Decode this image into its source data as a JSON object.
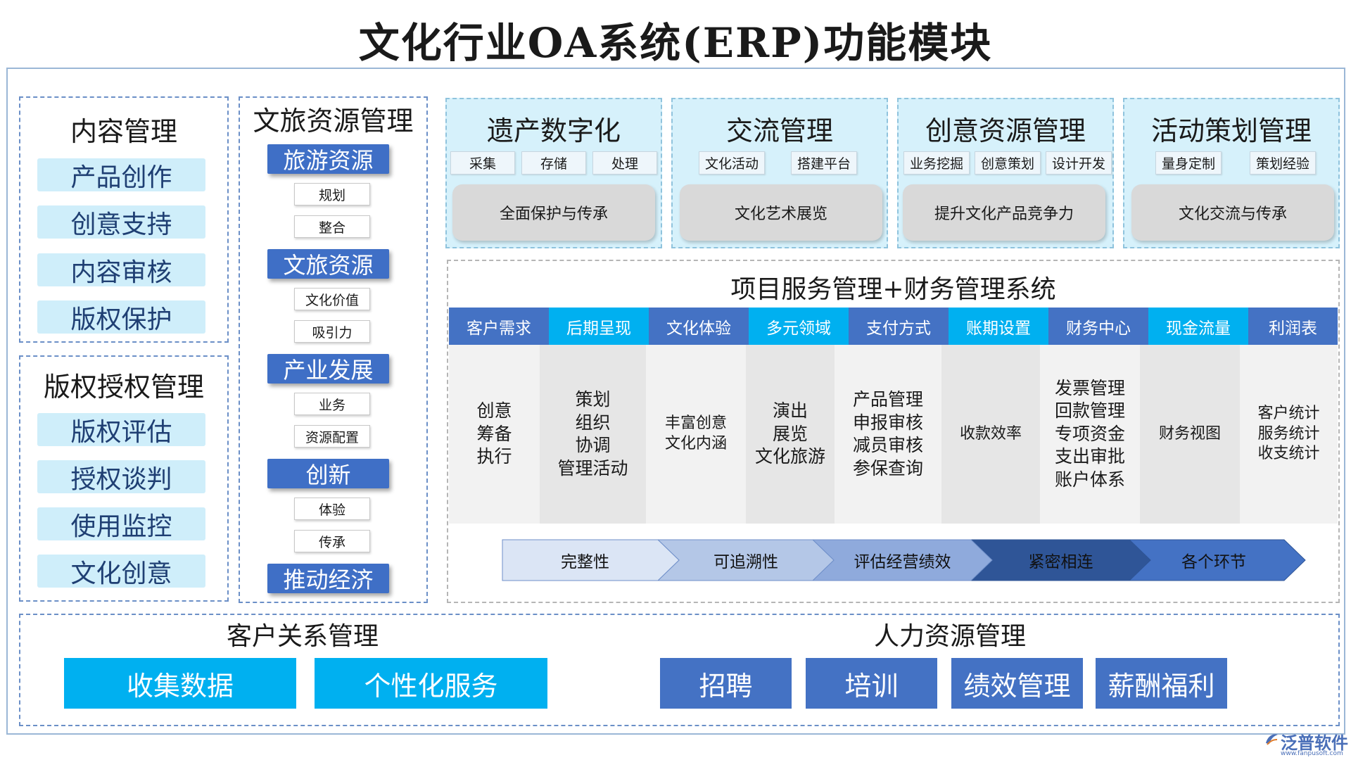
{
  "title": "文化行业OA系统(ERP)功能模块",
  "colors": {
    "frame": "#9bb7d6",
    "dash": "#6b8fc7",
    "pill_bg": "#cfeefa",
    "resource_head": "#3f6fc6",
    "module_bg": "#d6f1fb",
    "header_dark": "#4472c4",
    "header_cyan": "#00b0f0",
    "column_alt": "#e8e8e8",
    "arrow_1": "#dbe5f5",
    "arrow_2": "#b4c7e7",
    "arrow_3": "#8faadc",
    "arrow_4": "#2f5597",
    "arrow_5": "#4472c4",
    "btn_cyan": "#00b0f0",
    "btn_blue": "#4472c4"
  },
  "content_mgmt": {
    "title": "内容管理",
    "items": [
      "产品创作",
      "创意支持",
      "内容审核",
      "版权保护"
    ]
  },
  "copyright_mgmt": {
    "title": "版权授权管理",
    "items": [
      "版权评估",
      "授权谈判",
      "使用监控",
      "文化创意"
    ]
  },
  "tourism": {
    "title": "文旅资源管理",
    "groups": [
      {
        "head": "旅游资源",
        "subs": [
          "规划",
          "整合"
        ]
      },
      {
        "head": "文旅资源",
        "subs": [
          "文化价值",
          "吸引力"
        ]
      },
      {
        "head": "产业发展",
        "subs": [
          "业务",
          "资源配置"
        ]
      },
      {
        "head": "创新",
        "subs": [
          "体验",
          "传承"
        ]
      }
    ],
    "final": "推动经济"
  },
  "modules": [
    {
      "title": "遗产数字化",
      "tags": [
        "采集",
        "存储",
        "处理"
      ],
      "box": "全面保护与传承"
    },
    {
      "title": "交流管理",
      "tags": [
        "文化活动",
        "搭建平台"
      ],
      "box": "文化艺术展览"
    },
    {
      "title": "创意资源管理",
      "tags": [
        "业务挖掘",
        "创意策划",
        "设计开发"
      ],
      "box": "提升文化产品竞争力"
    },
    {
      "title": "活动策划管理",
      "tags": [
        "量身定制",
        "策划经验"
      ],
      "box": "文化交流与传承"
    }
  ],
  "system": {
    "title": "项目服务管理+财务管理系统",
    "columns": [
      {
        "head": "客户需求",
        "body": "创意\n筹备\n执行"
      },
      {
        "head": "后期呈现",
        "body": "策划\n组织\n协调\n管理活动"
      },
      {
        "head": "文化体验",
        "body": "丰富创意\n文化内涵"
      },
      {
        "head": "多元领域",
        "body": "演出\n展览\n文化旅游"
      },
      {
        "head": "支付方式",
        "body": "产品管理\n申报审核\n减员审核\n参保查询"
      },
      {
        "head": "账期设置",
        "body": "收款效率"
      },
      {
        "head": "财务中心",
        "body": "发票管理\n回款管理\n专项资金\n支出审批\n账户体系"
      },
      {
        "head": "现金流量",
        "body": "财务视图"
      },
      {
        "head": "利润表",
        "body": "客户统计\n服务统计\n收支统计"
      }
    ],
    "arrows": [
      "完整性",
      "可追溯性",
      "评估经营绩效",
      "紧密相连",
      "各个环节"
    ]
  },
  "crm": {
    "title": "客户关系管理",
    "items": [
      "收集数据",
      "个性化服务"
    ]
  },
  "hr": {
    "title": "人力资源管理",
    "items": [
      "招聘",
      "培训",
      "绩效管理",
      "薪酬福利"
    ]
  },
  "logo": {
    "icon": "logo-mark-icon",
    "text": "泛普软件",
    "url": "www.fanpusoft.com"
  }
}
